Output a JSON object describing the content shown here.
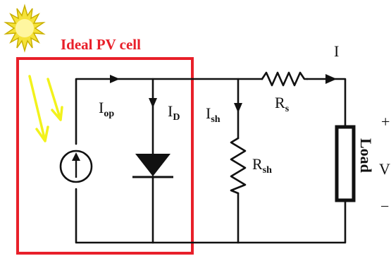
{
  "title": "Ideal PV cell",
  "labels": {
    "current_op": "I",
    "current_op_sub": "op",
    "current_diode": "I",
    "current_diode_sub": "D",
    "current_shunt": "I",
    "current_shunt_sub": "sh",
    "shunt_resistor": "R",
    "shunt_resistor_sub": "sh",
    "series_resistor": "R",
    "series_resistor_sub": "s",
    "output_current": "I",
    "load": "Load",
    "voltage": "V",
    "plus": "+",
    "minus": "−"
  },
  "colors": {
    "frame": "#e8202a",
    "sunlight": "#f2f21c",
    "sun_core": "#fff6a0",
    "sun_rays": "#c9b000",
    "wire": "#111111"
  },
  "icons": [
    "sun-icon",
    "light-ray-arrows",
    "current-source-icon",
    "diode-icon",
    "resistor-icon",
    "load-icon"
  ]
}
